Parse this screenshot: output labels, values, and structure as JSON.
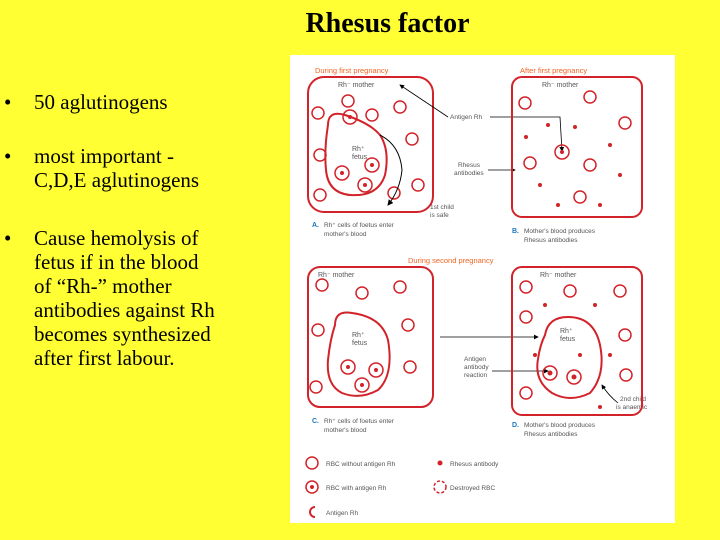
{
  "title": "Rhesus factor",
  "bullets": [
    "50 aglutinogens",
    "most important - C,D,E aglutinogens",
    "Cause hemolysis of fetus if in the blood of “Rh-” mother antibodies against Rh becomes synthesized after first labour."
  ],
  "bullet_lines": [
    [
      "50 aglutinogens"
    ],
    [
      "most important -",
      "C,D,E aglutinogens"
    ],
    [
      "Cause hemolysis of",
      "fetus if in the blood",
      "of “Rh-” mother",
      "antibodies against Rh",
      "becomes synthesized",
      "after first labour."
    ]
  ],
  "bullet_symbol": "•",
  "figure": {
    "panel_a_header": "During first pregnancy",
    "panel_b_header": "After first pregnancy",
    "second_header": "During second pregnancy",
    "rh_neg_mother": "Rh⁻ mother",
    "rh_pos_fetus": "Rh⁺",
    "fetus": "fetus",
    "antigen_rh": "Antigen Rh",
    "rhesus_antibodies": [
      "Rhesus",
      "antibodies"
    ],
    "first_child_safe": [
      "1st child",
      "is safe"
    ],
    "antigen_antibody_reaction": [
      "Antigen",
      "antibody",
      "reaction"
    ],
    "second_child_anaemic": [
      "2nd child",
      "is anaemic"
    ],
    "caption_a_letter": "A.",
    "caption_a": [
      "Rh⁺ cells of foetus enter",
      "mother's blood"
    ],
    "caption_b_letter": "B.",
    "caption_b": [
      "Mother's blood produces",
      "Rhesus antibodies"
    ],
    "caption_c_letter": "C.",
    "caption_c": [
      "Rh⁺ cells of foetus enter",
      "mother's blood"
    ],
    "caption_d_letter": "D.",
    "caption_d": [
      "Mother's blood produces",
      "Rhesus antibodies"
    ],
    "legend": {
      "rbc_without": "RBC without antigen Rh",
      "rbc_with": "RBC with antigen Rh",
      "antigen": "Antigen Rh",
      "antibody": "Rhesus antibody",
      "destroyed": "Destroyed RBC"
    },
    "colors": {
      "red": "#d2232a",
      "orange": "#f26522",
      "blue": "#1b75bb"
    }
  }
}
